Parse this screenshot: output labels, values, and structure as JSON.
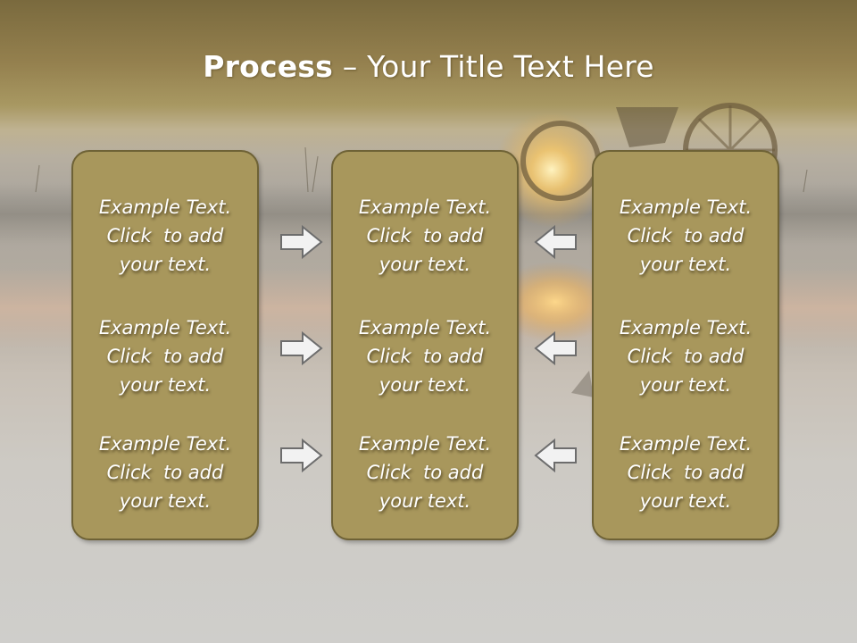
{
  "title": {
    "bold": "Process",
    "rest": " – Your Title Text Here"
  },
  "columns": {
    "left": {
      "items": [
        {
          "line1": "Example Text.",
          "line2": "Click  to add",
          "line3": "your text."
        },
        {
          "line1": "Example Text.",
          "line2": "Click  to add",
          "line3": "your text."
        },
        {
          "line1": "Example Text.",
          "line2": "Click  to add",
          "line3": "your text."
        }
      ]
    },
    "center": {
      "items": [
        {
          "line1": "Example Text.",
          "line2": "Click  to add",
          "line3": "your text."
        },
        {
          "line1": "Example Text.",
          "line2": "Click  to add",
          "line3": "your text."
        },
        {
          "line1": "Example Text.",
          "line2": "Click  to add",
          "line3": "your text."
        }
      ]
    },
    "right": {
      "items": [
        {
          "line1": "Example Text.",
          "line2": "Click  to add",
          "line3": "your text."
        },
        {
          "line1": "Example Text.",
          "line2": "Click  to add",
          "line3": "your text."
        },
        {
          "line1": "Example Text.",
          "line2": "Click  to add",
          "line3": "your text."
        }
      ]
    }
  },
  "icons": {
    "left_arrows": "arrow-right-icon",
    "right_arrows": "arrow-left-icon"
  },
  "colors": {
    "box_fill": "#a8975c",
    "box_border": "#6e6236",
    "title_band": "#94804e",
    "text": "#ffffff",
    "arrow_fill": "#f2f2f2",
    "arrow_stroke": "#6d6d6d"
  }
}
